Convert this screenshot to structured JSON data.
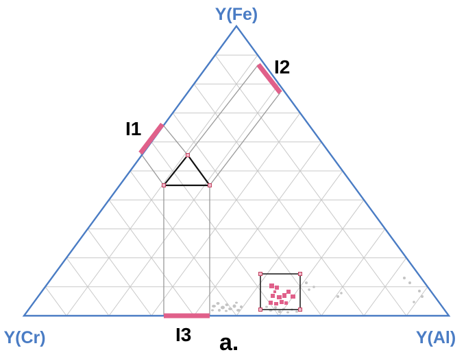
{
  "diagram": {
    "vertices": {
      "top": "Y(Fe)",
      "left": "Y(Cr)",
      "right": "Y(Al)"
    },
    "intervals": [
      "I1",
      "I2",
      "I3"
    ],
    "panel_label": "a.",
    "grid_divisions": 10,
    "colors": {
      "outline": "#4a7cc4",
      "vertex_label": "#4a7cc4",
      "grid": "#c8c8c8",
      "highlight": "#e0608a",
      "scatter_grey": "#c4c4c4",
      "box": "#222222"
    }
  }
}
